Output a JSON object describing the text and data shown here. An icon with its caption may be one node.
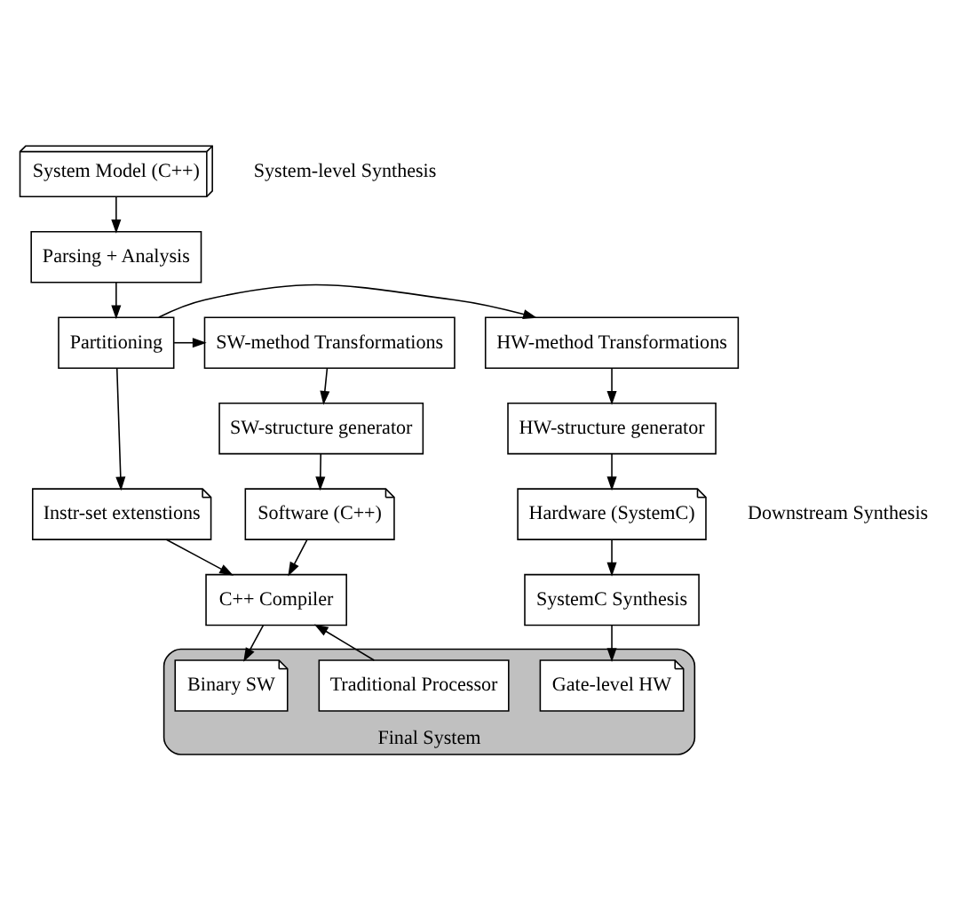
{
  "diagram": {
    "nodes": [
      {
        "text": [
          "System Model (C++)"
        ]
      },
      {
        "text": [
          "Parsing + Analysis"
        ]
      },
      {
        "text": [
          "Partitioning"
        ]
      },
      {
        "text": [
          "HW-method Transformations"
        ]
      },
      {
        "text": [
          "SW-method Transformations"
        ]
      },
      {
        "text": [
          "HW-structure generator"
        ]
      },
      {
        "text": [
          "SW-structure generator"
        ]
      },
      {
        "text": [
          "Hardware (SystemC)"
        ]
      },
      {
        "text": [
          "Instr-set extenstions"
        ]
      },
      {
        "text": [
          "Software (C++)"
        ]
      },
      {
        "text": [
          "SystemC Synthesis"
        ]
      },
      {
        "text": [
          "Final System"
        ]
      },
      {
        "text": [
          "Traditional Processor"
        ],
        "in": 11
      },
      {
        "text": [
          "C++ Compiler"
        ]
      },
      {
        "text": [
          "Gate-level HW"
        ],
        "in": 11
      },
      {
        "text": [
          "Binary SW"
        ],
        "in": 11
      }
    ],
    "edges": [
      {
        "from": 0,
        "to": 1,
        "arrow": "to"
      },
      {
        "from": 1,
        "to": 2,
        "arrow": "to"
      },
      {
        "from": 2,
        "to": 3,
        "arrow": "to"
      },
      {
        "from": 2,
        "to": 4,
        "arrow": "to"
      },
      {
        "from": 3,
        "to": 5,
        "arrow": "to"
      },
      {
        "from": 4,
        "to": 6,
        "arrow": "to"
      },
      {
        "from": 5,
        "to": 7,
        "arrow": "to"
      },
      {
        "from": 2,
        "to": 8,
        "arrow": "to"
      },
      {
        "from": 6,
        "to": 9,
        "arrow": "to"
      },
      {
        "from": 7,
        "to": 10,
        "arrow": "to"
      },
      {
        "from": 8,
        "to": 13,
        "arrow": "to"
      },
      {
        "from": 9,
        "to": 13,
        "arrow": "to"
      },
      {
        "from": 12,
        "to": 13,
        "arrow": "to"
      },
      {
        "from": 10,
        "to": 14,
        "arrow": "to"
      },
      {
        "from": 13,
        "to": 15,
        "arrow": "to"
      }
    ],
    "labels": [
      "System-level Synthesis",
      "Downstream Synthesis"
    ]
  }
}
